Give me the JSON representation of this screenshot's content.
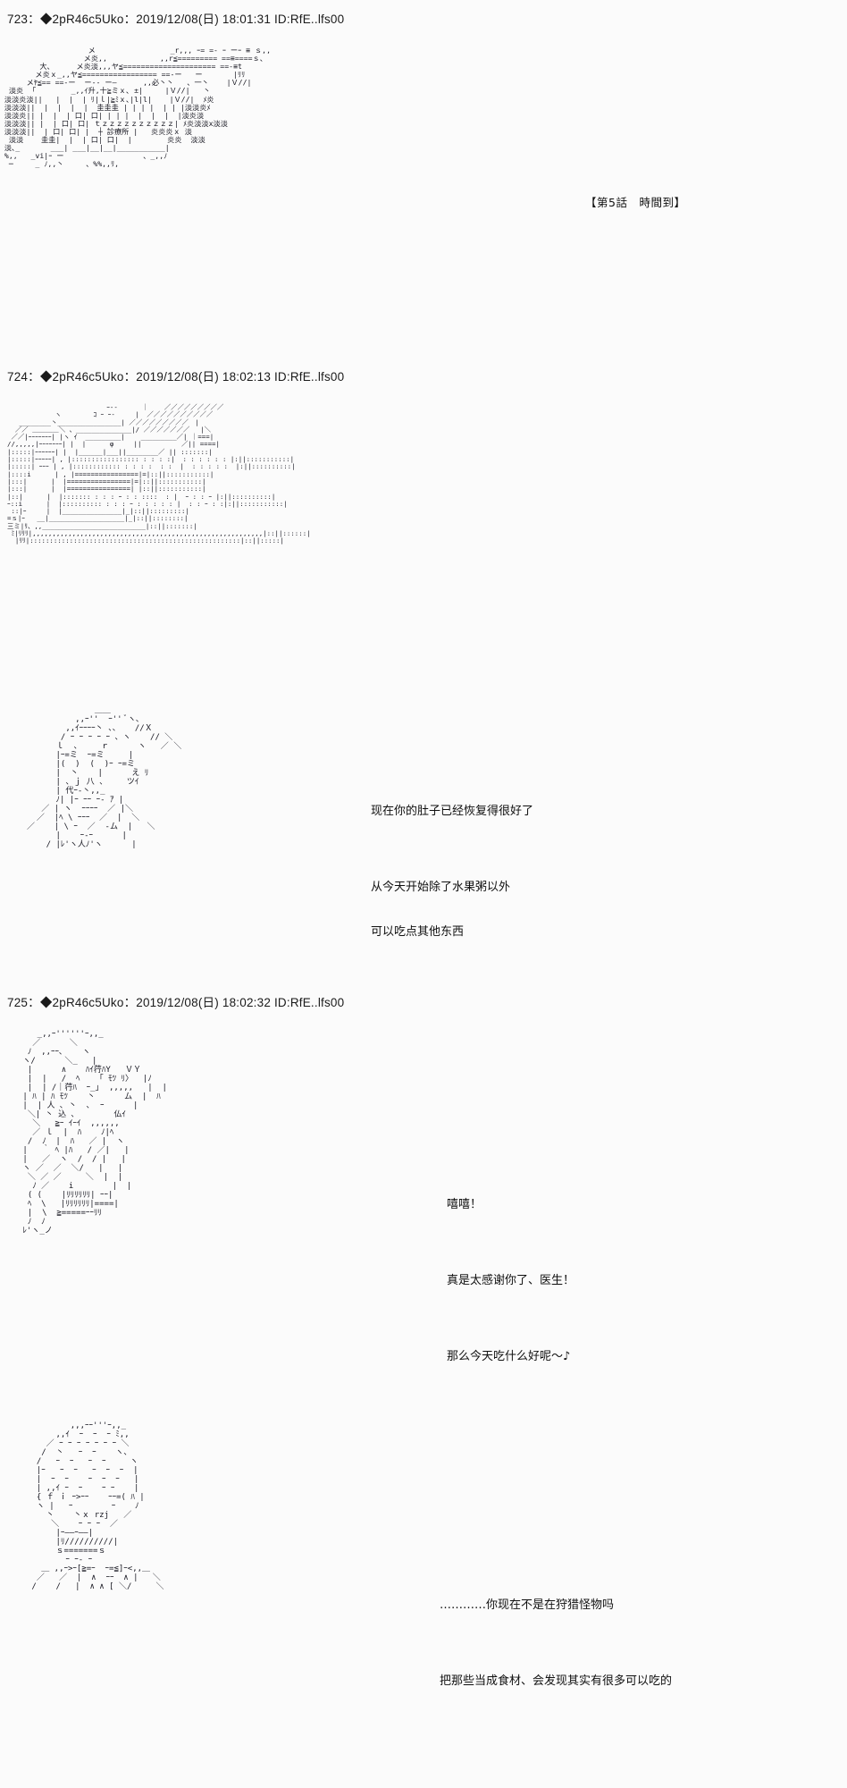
{
  "board": {
    "background_color": "#fbfbfb",
    "text_color": "#111111"
  },
  "posts": [
    {
      "number": "723",
      "separator": "：",
      "trip_marker": "◆",
      "name": "2pR46c5Uko",
      "date": "2019/12/08(日) 18:01:31",
      "uid": "ID:RfE..lfs00",
      "header_full": "723：◆2pR46c5Uko：2019/12/08(日) 18:01:31 ID:RfE..lfs00",
      "episode_title": "【第5話　時間到】",
      "aa_label": "clinic-exterior-ascii-art",
      "aa": "                    メ                 _r,,, ｰ= =- ｰ ーｰ ≡ ｓ,,\n                   メ炎,,            ,,r≦========= ==≡====ｓ、\n         大、     メ炎淡,,,ヤ≦===================== ==-≡t\n        メ炎ｘ_,,ヤ≦================= ==-ー   ー       |ﾘﾘ\n      メﾔ≦== ==-ー  ー-- ー―      ,,必丶丶   、一丶    |Ｖ//|\n  淡炎  ｢        _,,ｲ升,十≧ミｘ､ ±|     |Ｖ//|   丶\n 淡淡炎淡||   |  |  | ﾘ|ｌ|≧ﾐｘ､|l|l|    |Ｖ//|  ﾒ炎\n 淡淡淡||  |  |  |  |  圭圭圭 | | | |  | | |淡淡炎ﾒ\n 淡淡炎|| |  |  | 口| 口| | | |  |  |  |  |淡炎淡\n 淡淡淡|| |  | 口| 口| ｔｚｚｚｚｚｚｚｚｚｚ| ﾒ炎淡淡x淡淡\n 淡淡淡||  | 口| 口| |  ┼ 診療所 |   炎炎炎ｘ 淡\n  淡淡    圭圭|  |  | 口| 口|  |        炎炎  淡淡\n 淡､_       ___| ___|__|__|___________|\n %,,   _vi|ｰ ー                  、_,,ﾉ\n  ─     _ ﾉ,,丶     、%%,,ﾘ,"
    },
    {
      "number": "724",
      "separator": "：",
      "trip_marker": "◆",
      "name": "2pR46c5Uko",
      "date": "2019/12/08(日) 18:02:13",
      "uid": "ID:RfE..lfs00",
      "header_full": "724：◆2pR46c5Uko：2019/12/08(日) 18:02:13 ID:RfE..lfs00",
      "aa_label": "clinic-interior-ascii-art",
      "aa_room": "                         ｰ‐-      ｜    ／／／／／／／／／\n            ヽ        ｺ ｰ ｰ‐     |  ／／／／／／／／／／\n   ________丶________________| ／／／／／／／／／　|\n  ／／ ＿＿＿＿＼ 、______________|/ ／／／／／／／　 |＼\n ／／|ｰｰｰｰｰｰｰ| |ヽ ｲ  _________|    _________／| ｜===|\n//,,,,,|ｰｰｰｰｰｰｰ| |  |      φ     ||          ／|| ====|\n|:::::|ｰｰｰｰｰｰ| |  |______|___||________／ || :::::::|\n|:::::|ｰｰｰｰｰ| , |::::::::::::::::: : : : :|  : : : : : : |:||:::::::::::|\n|:::::| ｰｰｰ | , |:::::::::::: : : : :  : :  |  : : : : :  |:||::::::::::|\n|::::i      | , |================|=|::||:::::::::::|\n|:::|      |  |================|=|::||:::::::::::|\n|:::|      |  |================| |::||:::::::::::|\n|::|      |  |::::::: : : : ｰ : : ::::  : |  ｰ : : ｰ |:||::::::::::|\nｰ::i      |  |:::::::::: : : : ｰ : : : : : |  : : ｰ : :|:||:::::::::::|\n ::|ｰ     |  |_______________|_|::||:::::::::|\n=ｓ|ｰ   __|___________________|_|::||::::::::|\n三ミ|ﾘ、,,__________________________|::||:::::::|\n ﾐ|ﾘﾘﾘ|,,,,,,,,,,,,,,,,,,,,,,,,,,,,,,,,,,,,,,,,,,,,,,,,,,,,,,,,,,|::||::::::|\n  |ﾘﾘ|:::::::::::::::::::::::::::::::::::::::::::::::::::::|::||:::::|",
      "aa_doctor": "              ＿＿\n          ,,ｰ''  ｰ'' ﾞヽ､\n        ,,ｲｰｰｰｰ丶 、、   //Ｘ\n       / ｰ ｰ ｰ ｰ ｰ 、ヽ    // ＼\n      ｌ  、    ｒ      ヽ   ／ ＼\n      |ｰ=ミ  ｰ=ミ     |\n      |(  )  (  )ｰ ｰ=ミ\n      |  丶    |      え ﾘ\n      | 、ｊ 八 、    ツｲ\n      | 代ｰ‐丶,,_\n      ﾉ| |ｰ ｰｰ ｰ‐ ｱ |\n   ／ | ヽ  ｰｰｰｰ  ／ |＼\n  ／  |ﾍ \\ ｰｰｰ  ／  |  ＼\n／    | \\ ｰ  ／  ‐ム  |   ＼\n      |    ｰ‐ｰ      |\n    / |ﾚ'ヽ人ﾉ'ヽ      |",
      "dialogue": [
        "现在你的肚子已经恢复得很好了",
        "",
        "从今天开始除了水果粥以外",
        "可以吃点其他东西"
      ]
    },
    {
      "number": "725",
      "separator": "：",
      "trip_marker": "◆",
      "name": "2pR46c5Uko",
      "date": "2019/12/08(日) 18:02:32",
      "uid": "ID:RfE..lfs00",
      "header_full": "725：◆2pR46c5Uko：2019/12/08(日) 18:02:32 ID:RfE..lfs00",
      "aa_label_girl": "girl-happy-ascii-art",
      "aa_girl": "    _,,ｰ''''''ｰ,,_\n   ／      ＼\n  ﾉ  ,,ｰｰ､    ヽ\n ヽ/      ＼_   |\n  |      ∧    ﾊｲ荇ﾊY   ＶＹ\n  |  |   /  ﾍ    ｢ ﾓﾂ ﾘ〉  |ﾉ\n  |  | /｜荇ﾊ  ｰ_｣  ,,,,,   |  |\n | ﾊ | ﾊ ﾓﾂ    丶      ム  |  ﾊ\n |  | 人 ､ 丶  ､  ｰ      |\n  ＼| 丶 込 ､        仏ｲ\n   ＼   ≧ｰ ｲｰｲ  ,,,,,,\n   ／ ｌ  |  ﾊ    ﾉ|ﾍ\n  /  ﾉ  |  ﾊ   ／ |  ヽ\n |   ｀ ﾍ |ﾊ   / ／|   |\n |   ／  ヽ  /  / |   |\n ヽ ／  ／  ＼/   |   |\n  ＼ ／ ／     ＼  |  |\n   ﾉ ／    i        |  |\n  ( (    |ﾘﾘﾘﾘﾘﾘ| ｰｰ|\n  ﾍ  \\   |ﾘﾘﾘﾘﾘﾘ|====|\n  |  \\  ≧=====ｰｰﾘﾘ\n  ﾉ  ﾉ\n ﾚ'ヽ_ノ",
      "dialogue_girl": [
        "嘻嘻！",
        "",
        "真是太感谢你了、医生！",
        "",
        "那么今天吃什么好呢～♪"
      ],
      "aa_label_doctor2": "doctor-reply-ascii-art",
      "aa_doctor2": "         ,,,ｰｰ'''ｰ,,_\n      ,,ｲ  ｰ  ｰ  ｰ ﾐ,,\n    ／ ｰ ｰ ｰ ｰ ｰ ｰ ｰ ＼\n   /  丶   ｰ  ｰ    ヽ、\n  /   ｰ  ｰ   ｰ  ｰ     ヽ\n  |ｰ   ｰ  ｰ   ｰ  ｰ  ｰ  |\n  |  ｰ  ｰ    ｰ  ｰ  ｰ   |\n  | ,,ｲ ｰ  ｰ    ｰ ｰ    |\n  { ｆ ｉ ｰ>ｰｰ    ｰｰ=( ﾊ |\n  ヽ |   ｰ        ｰ    ﾉ\n    丶    丶ｘ rzj   ／\n     ＼    ｰ ｰ ｰ  ／\n      |ｰ――ｰ――|\n      |ﾘ//////////|\n      ｓ=======ｓ\n        ｰ ｰ‐ ｰ\n   ＿ ,,ｰ>ｰ[≧=ｰ  ｰ=≦]ｰ<,,＿\n  ／   ／  |  ∧  ｰｰ  ∧ |   ＼\n /    /   |  ∧ ∧ [ ＼/     ＼",
      "dialogue_doctor2": [
        "…………你现在不是在狩猎怪物吗",
        "",
        "把那些当成食材、会发现其实有很多可以吃的"
      ]
    }
  ]
}
